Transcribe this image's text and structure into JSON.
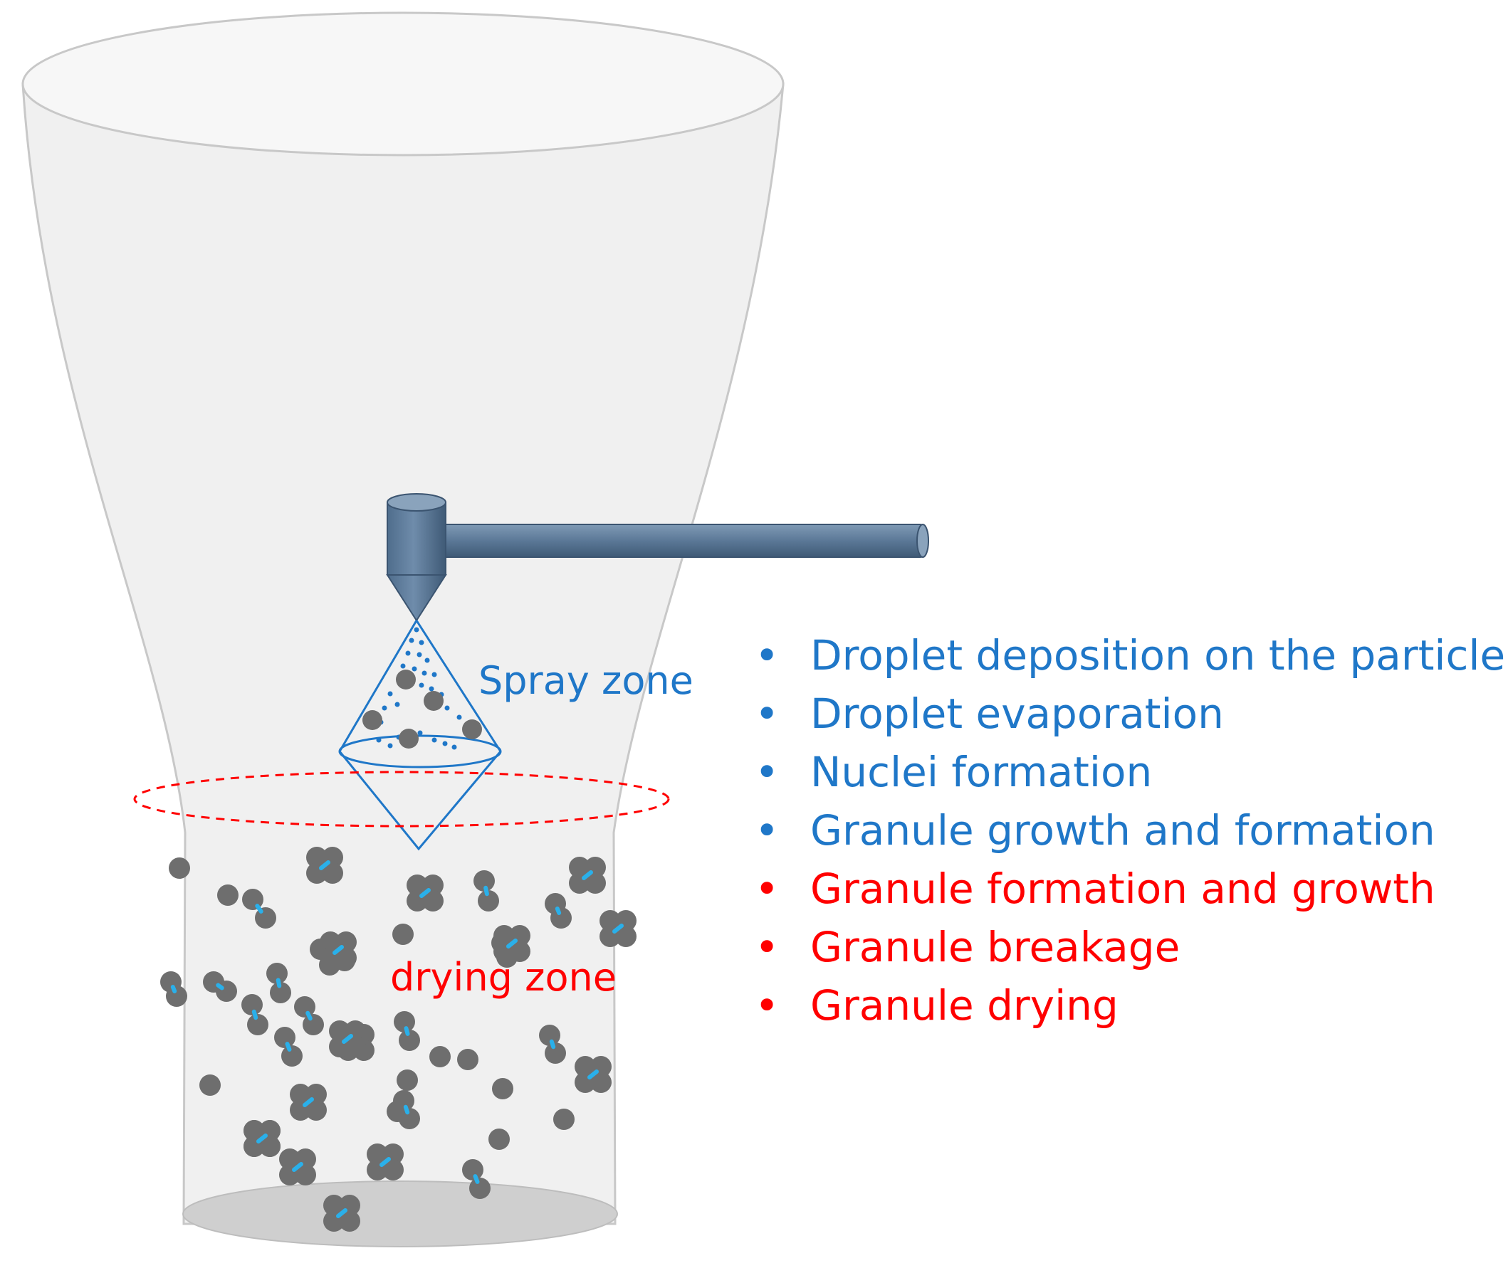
{
  "diagram": {
    "spray_zone_label": "Spray zone",
    "drying_zone_label": "drying zone",
    "colors": {
      "spray": "#1f77c8",
      "drying": "#ff0000",
      "vessel_fill": "#f0f0f0",
      "vessel_stroke": "#c8c8c8",
      "vessel_bottom": "#cfcfcf",
      "nozzle": "#5c7c9c",
      "particle": "#6e6e6e",
      "binder": "#2ab0ea"
    }
  },
  "processes": [
    {
      "text": "Droplet deposition on the particle",
      "zone": "spray"
    },
    {
      "text": "Droplet evaporation",
      "zone": "spray"
    },
    {
      "text": "Nuclei formation",
      "zone": "spray"
    },
    {
      "text": "Granule growth and formation",
      "zone": "spray"
    },
    {
      "text": "Granule formation and growth",
      "zone": "drying"
    },
    {
      "text": "Granule breakage",
      "zone": "drying"
    },
    {
      "text": "Granule drying",
      "zone": "drying"
    }
  ]
}
